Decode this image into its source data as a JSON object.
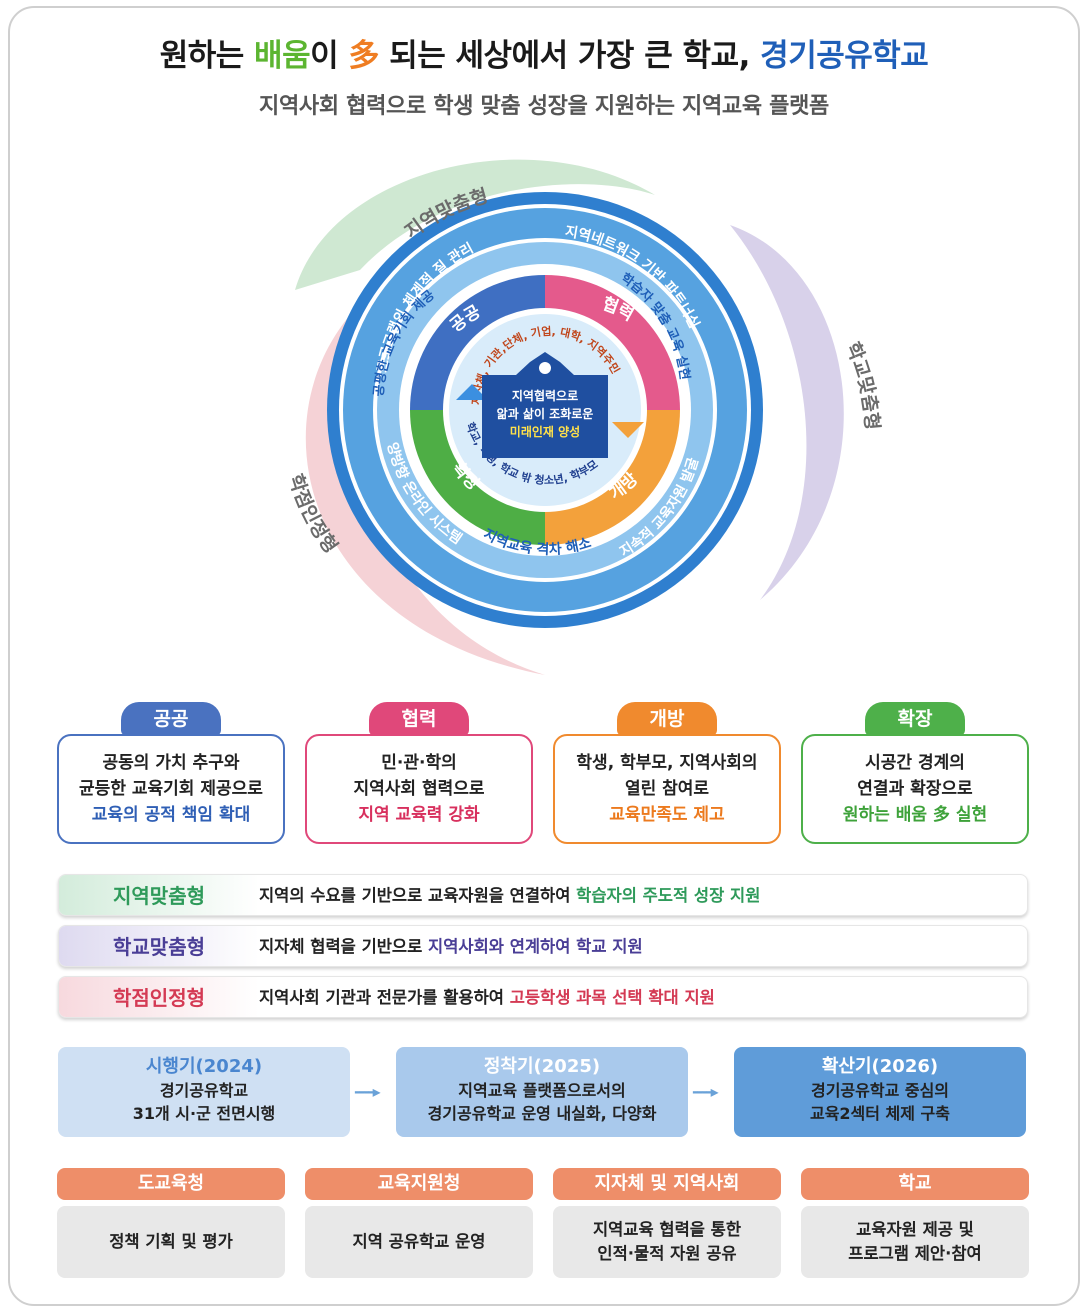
{
  "header": {
    "title_p1": "원하는 ",
    "title_learning": "배움",
    "title_p2": "이 ",
    "title_many": "多",
    "title_p3": " 되는 세상에서 가장 큰 학교, ",
    "title_school": "경기공유학교",
    "subtitle": "지역사회 협력으로 학생 맞춤 성장을 지원하는 지역교육 플랫폼"
  },
  "wheel": {
    "outer_arcs": [
      "지역맞춤형",
      "학교맞춤형",
      "학점인정형"
    ],
    "ring_texts": [
      "프로그램의 체계적 질 관리",
      "지역네트워크 기반 파트너십",
      "지속적 교육자원 발굴",
      "양방향 온라인 시스템"
    ],
    "inner_ring_texts": [
      "공평한 교육기회 제공",
      "학습자 맞춤 교육 실현",
      "지역교육 격차 해소"
    ],
    "quadrants": [
      "공공",
      "협력",
      "개방",
      "확장"
    ],
    "center_top_arc": "지자체, 기관,단체, 기업, 대학, 지역주민",
    "center_bottom_arc": "학교, 학생, 학교 밖 청소년, 학부모",
    "center_lines": [
      "지역협력으로",
      "앎과 삶이 조화로운"
    ],
    "center_highlight": "미래인재 양성"
  },
  "values": [
    {
      "title": "공공",
      "line1": "공동의 가치 추구와",
      "line2": "균등한 교육기회 제공으로",
      "highlight": "교육의 공적 책임 확대",
      "color": "#4a72c0"
    },
    {
      "title": "협력",
      "line1": "민·관·학의",
      "line2": "지역사회 협력으로",
      "highlight": "지역 교육력 강화",
      "color": "#e0487a"
    },
    {
      "title": "개방",
      "line1": "학생, 학부모, 지역사회의",
      "line2": "열린 참여로",
      "highlight": "교육만족도 제고",
      "color": "#f08a2e"
    },
    {
      "title": "확장",
      "line1": "시공간 경계의",
      "line2": "연결과 확장으로",
      "highlight": "원하는 배움 多 실현",
      "color": "#4eb04a"
    }
  ],
  "types": [
    {
      "label": "지역맞춤형",
      "desc": "지역의 수요를 기반으로 교육자원을 연결하여 ",
      "highlight": "학습자의 주도적 성장 지원",
      "color": "#2e9a5a",
      "bg": "#dcefe2"
    },
    {
      "label": "학교맞춤형",
      "desc": "지자체 협력을 기반으로 ",
      "highlight": "지역사회와 연계하여 학교 지원",
      "color": "#4a3e96",
      "bg": "#e3e0f0"
    },
    {
      "label": "학점인정형",
      "desc": "지역사회 기관과 전문가를 활용하여 ",
      "highlight": "고등학생 과목 선택 확대 지원",
      "color": "#d43a54",
      "bg": "#f7dde1"
    }
  ],
  "phases": [
    {
      "title": "시행기(2024)",
      "line1": "경기공유학교",
      "line2": "31개 시·군 전면시행"
    },
    {
      "title": "정착기(2025)",
      "line1": "지역교육 플랫폼으로서의",
      "line2": "경기공유학교 운영 내실화, 다양화"
    },
    {
      "title": "확산기(2026)",
      "line1": "경기공유학교 중심의",
      "line2": "교육2섹터 체제 구축"
    }
  ],
  "phase_arrow": "----▸",
  "roles": [
    {
      "title": "도교육청",
      "line1": "정책 기획 및 평가",
      "line2": ""
    },
    {
      "title": "교육지원청",
      "line1": "지역 공유학교 운영",
      "line2": ""
    },
    {
      "title": "지자체 및 지역사회",
      "line1": "지역교육 협력을 통한",
      "line2": "인적·물적 자원 공유"
    },
    {
      "title": "학교",
      "line1": "교육자원 제공 및",
      "line2": "프로그램 제안·참여"
    }
  ]
}
